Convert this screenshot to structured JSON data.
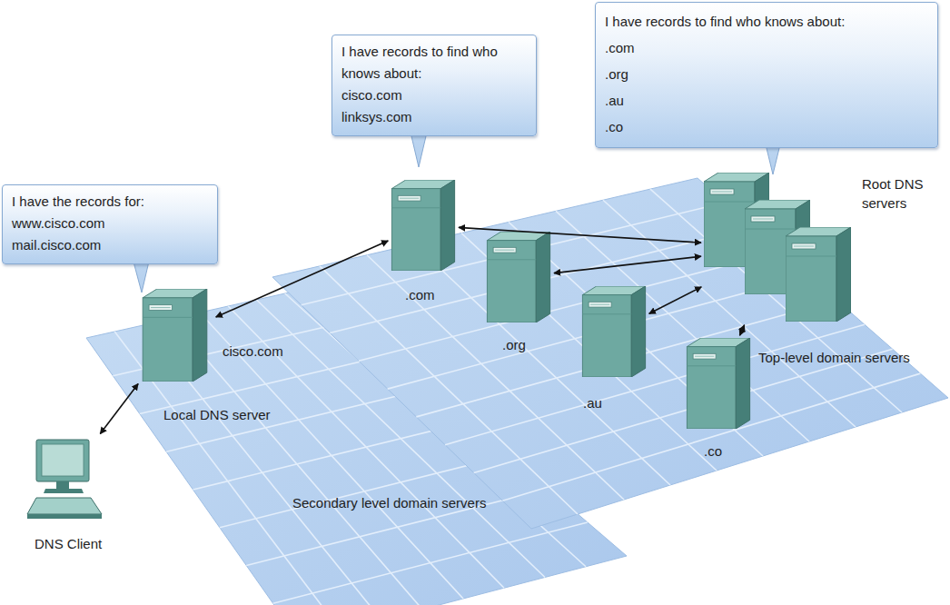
{
  "diagram": {
    "nodes": [
      {
        "text": [
          "I have records to find who knows about:",
          "cisco.com",
          "linksys.com"
        ]
      },
      {
        "text": [
          "I have records to find who knows about:",
          ".com",
          ".org",
          ".au",
          ".co"
        ]
      },
      {
        "text": [
          "I have the records for:",
          "www.cisco.com",
          "mail.cisco.com"
        ]
      },
      {
        "text": [
          "Root DNS servers"
        ]
      },
      {
        "text": [
          ".com"
        ]
      },
      {
        "text": [
          "cisco.com",
          "Local DNS server"
        ]
      },
      {
        "text": [
          ".org"
        ]
      },
      {
        "text": [
          ".au"
        ]
      },
      {
        "text": [
          ".co"
        ]
      },
      {
        "text": [
          "DNS Client"
        ]
      }
    ],
    "edges": [
      {
        "from": 9,
        "to": 5,
        "arrow": "both"
      },
      {
        "from": 5,
        "to": 4,
        "arrow": "both"
      },
      {
        "from": 4,
        "to": 3,
        "arrow": "both"
      },
      {
        "from": 6,
        "to": 3,
        "arrow": "both"
      },
      {
        "from": 7,
        "to": 3,
        "arrow": "both"
      },
      {
        "from": 8,
        "to": 3,
        "arrow": "both"
      }
    ],
    "labels": [
      "Top-level domain servers",
      "Secondary level domain servers"
    ]
  }
}
